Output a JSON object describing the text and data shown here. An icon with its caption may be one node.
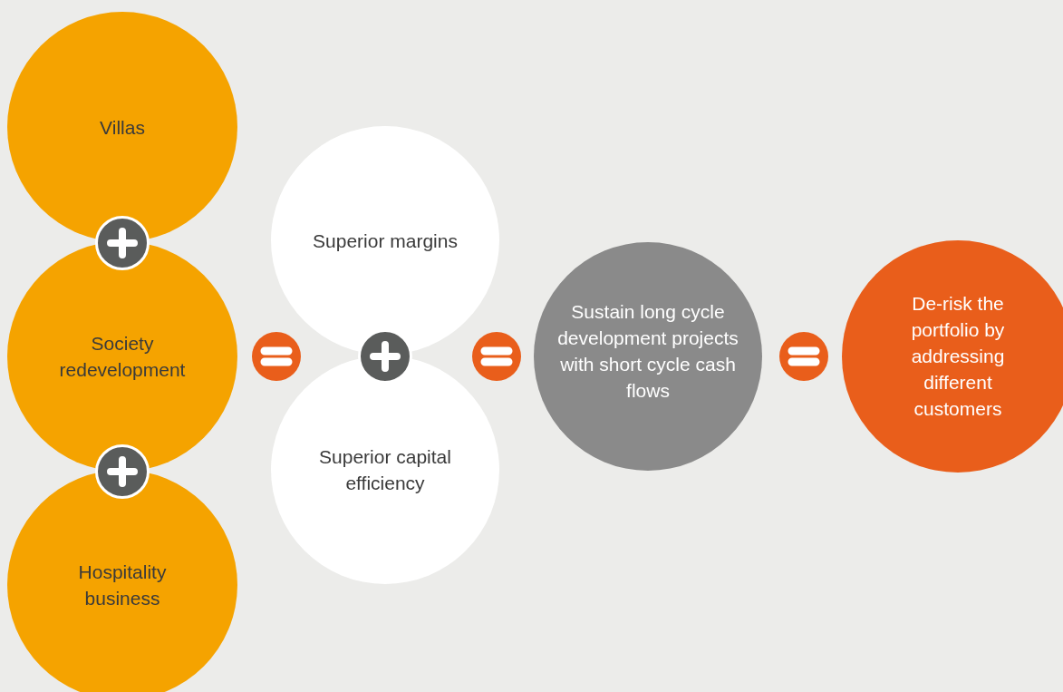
{
  "diagram": {
    "nodes": [
      {
        "text": [
          "Villas"
        ]
      },
      {
        "text": [
          "Society redevelopment"
        ]
      },
      {
        "text": [
          "Hospitality business"
        ]
      },
      {
        "text": [
          "Superior margins"
        ]
      },
      {
        "text": [
          "Superior capital efficiency"
        ]
      },
      {
        "text": [
          "Sustain long cycle development projects with short cycle cash flows"
        ]
      },
      {
        "text": [
          "De-risk the portfolio by addressing different customers"
        ]
      }
    ]
  }
}
